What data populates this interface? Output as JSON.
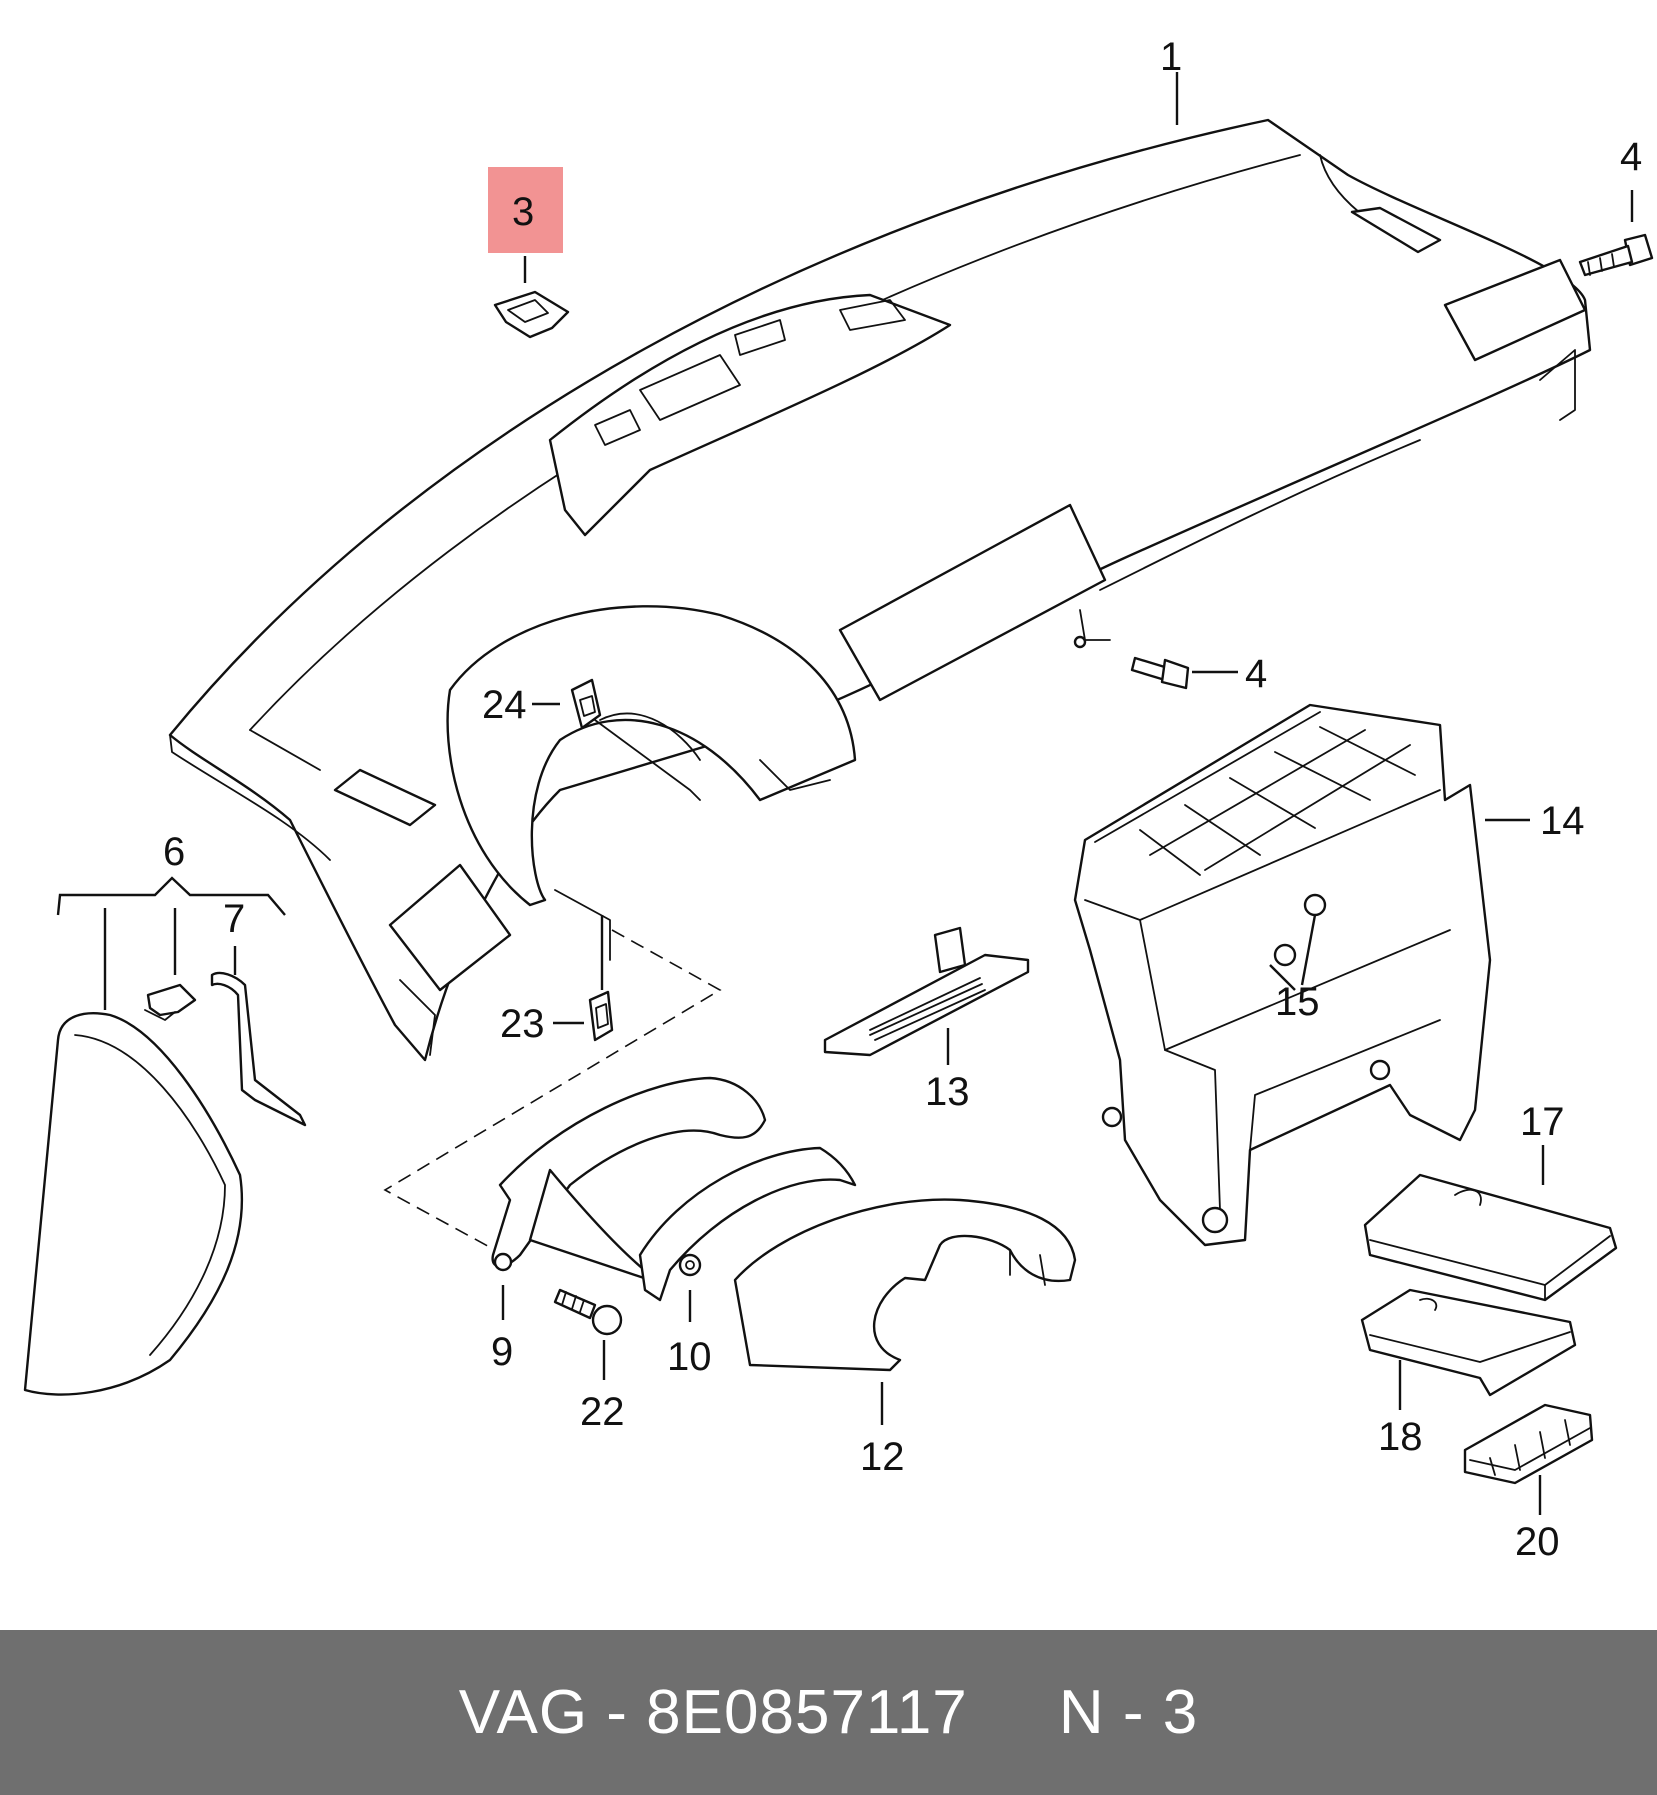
{
  "diagram": {
    "callouts": {
      "c1": "1",
      "c3": "3",
      "c4a": "4",
      "c4b": "4",
      "c6": "6",
      "c7": "7",
      "c9": "9",
      "c10": "10",
      "c12": "12",
      "c13": "13",
      "c14": "14",
      "c15": "15",
      "c17": "17",
      "c18": "18",
      "c20": "20",
      "c22": "22",
      "c23": "23",
      "c24": "24"
    },
    "highlighted_part": "3",
    "highlight_color": "#f08080"
  },
  "footer": {
    "brand": "VAG",
    "part_number": "8E0857117",
    "ref": "N - 3",
    "background": "#6f6f6f"
  }
}
